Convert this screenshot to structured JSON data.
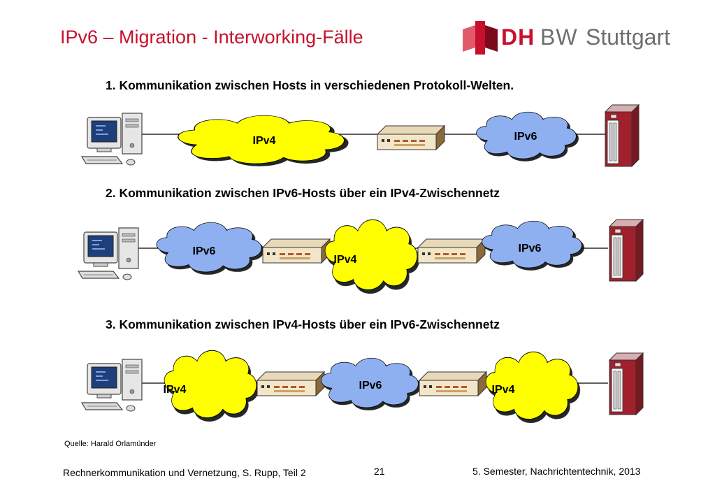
{
  "title": "IPv6 – Migration - Interworking-Fälle",
  "logo": {
    "brand_red": "DH",
    "brand_grey": "BW",
    "city": "Stuttgart",
    "accent": "#c8102e",
    "grey": "#6d6e71"
  },
  "scenarios": [
    {
      "heading": "1. Kommunikation zwischen Hosts in verschiedenen Protokoll-Welten.",
      "networks": [
        "IPv4",
        "IPv6"
      ]
    },
    {
      "heading": "2. Kommunikation zwischen IPv6-Hosts über ein IPv4-Zwischennetz",
      "networks": [
        "IPv6",
        "IPv4",
        "IPv6"
      ]
    },
    {
      "heading": "3. Kommunikation zwischen IPv4-Hosts über ein IPv6-Zwischennetz",
      "networks": [
        "IPv4",
        "IPv6",
        "IPv4"
      ]
    }
  ],
  "colors": {
    "ipv4_cloud": "#ffff00",
    "ipv6_cloud": "#8fb0f0",
    "title_red": "#c8102e"
  },
  "icons": [
    "desktop-computer-icon",
    "network-device-icon",
    "server-tower-icon"
  ],
  "source": "Quelle: Harald Orlamünder",
  "footer": {
    "left": "Rechnerkommunikation und Vernetzung, S. Rupp, Teil 2",
    "page": "21",
    "right": "5. Semester, Nachrichtentechnik, 2013"
  }
}
